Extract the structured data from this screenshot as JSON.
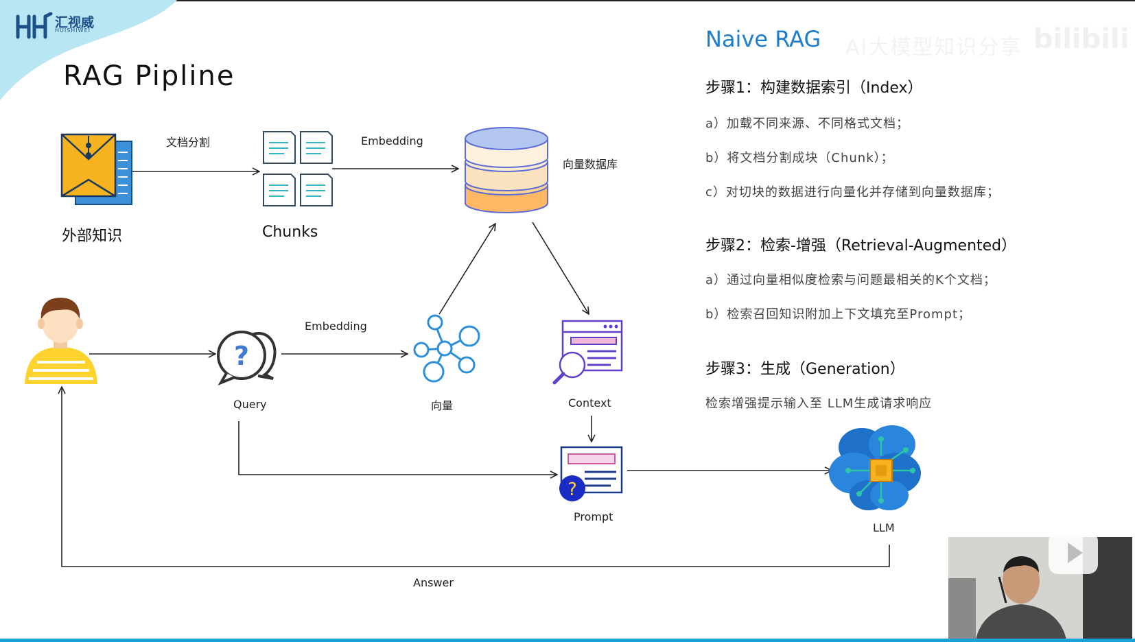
{
  "logo": {
    "cn": "汇视威",
    "en": "HUISHIWEI"
  },
  "slide_title": "RAG  Pipline",
  "diagram": {
    "external_knowledge": "外部知识",
    "doc_split": "文档分割",
    "chunks": "Chunks",
    "embedding_top": "Embedding",
    "vector_db": "向量数据库",
    "embedding_bottom": "Embedding",
    "query": "Query",
    "vector": "向量",
    "context": "Context",
    "prompt": "Prompt",
    "llm": "LLM",
    "answer": "Answer"
  },
  "right_panel": {
    "title": "Naive RAG",
    "watermark": "AI大模型知识分享",
    "bili": "bilibili",
    "step1": "步骤1：构建数据索引（Index）",
    "step1_a": "a）加载不同来源、不同格式文档；",
    "step1_b": "b）将文档分割成块（Chunk）；",
    "step1_c": "c）对切块的数据进行向量化并存储到向量数据库；",
    "step2": "步骤2：检索-增强（Retrieval-Augmented）",
    "step2_a": "a）通过向量相似度检索与问题最相关的K个文档；",
    "step2_b": "b）检索召回知识附加上下文填充至Prompt；",
    "step3": "步骤3：生成（Generation）",
    "step3_desc": "检索增强提示输入至 LLM生成请求响应"
  },
  "colors": {
    "accent_blue": "#1e7cc8",
    "db_top": "#b3c6f0",
    "db_mid": "#fbe3bf",
    "db_bottom": "#ffb964",
    "folder": "#f6b21f",
    "bar": "#1aa2d6"
  }
}
